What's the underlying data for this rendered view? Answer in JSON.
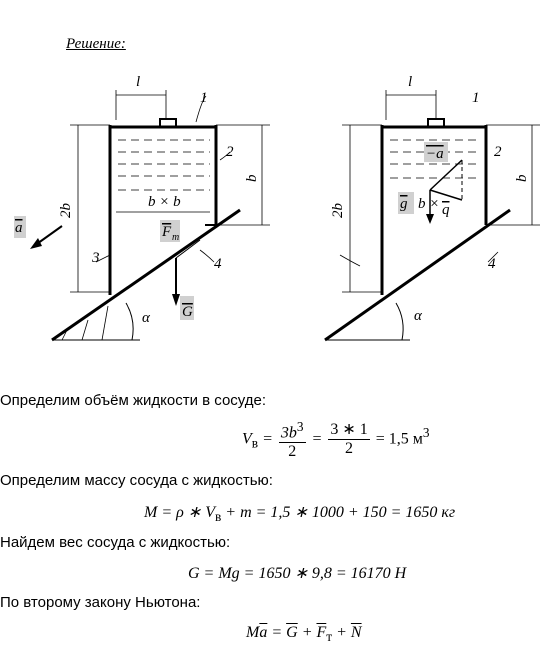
{
  "heading": "Решение:",
  "figure": {
    "left": {
      "label_l": "l",
      "label_1": "1",
      "label_2": "2",
      "label_3": "3",
      "label_4": "4",
      "label_2b": "2b",
      "label_b": "b",
      "label_bxb": "b × b",
      "label_a": "a",
      "label_Ft": "F",
      "label_Ft_sub": "т",
      "label_G": "G",
      "label_alpha": "α"
    },
    "right": {
      "label_l": "l",
      "label_1": "1",
      "label_2": "2",
      "label_4": "4",
      "label_2b": "2b",
      "label_b": "b",
      "label_neg_a": "−a",
      "label_g": "g",
      "label_bx": "b ×",
      "label_q": "q",
      "label_alpha": "α"
    }
  },
  "paragraphs": [
    "Определим объём жидкости в сосуде:",
    "Определим массу сосуда с жидкостью:",
    "Найдем вес сосуда с жидкостью:",
    "По второму закону Ньютона:"
  ],
  "equations": {
    "volume": {
      "lhs": "V",
      "lhs_sub": "в",
      "num1": "3b",
      "num1_sup": "3",
      "den1": "2",
      "num2": "3 ∗ 1",
      "den2": "2",
      "result": "= 1,5 м",
      "result_sup": "3"
    },
    "mass": "M = ρ ∗ V",
    "mass_sub": "в",
    "mass_rest": " + m = 1,5 ∗ 1000 + 150 = 1650 кг",
    "weight": "G = Mg = 1650 ∗ 9,8 = 16170 H",
    "newton_lhs": "M",
    "newton_a": "a",
    "newton_eq": " = ",
    "newton_G": "G",
    "newton_plus1": " + ",
    "newton_F": "F",
    "newton_F_sub": "т",
    "newton_plus2": " + ",
    "newton_N": "N"
  }
}
